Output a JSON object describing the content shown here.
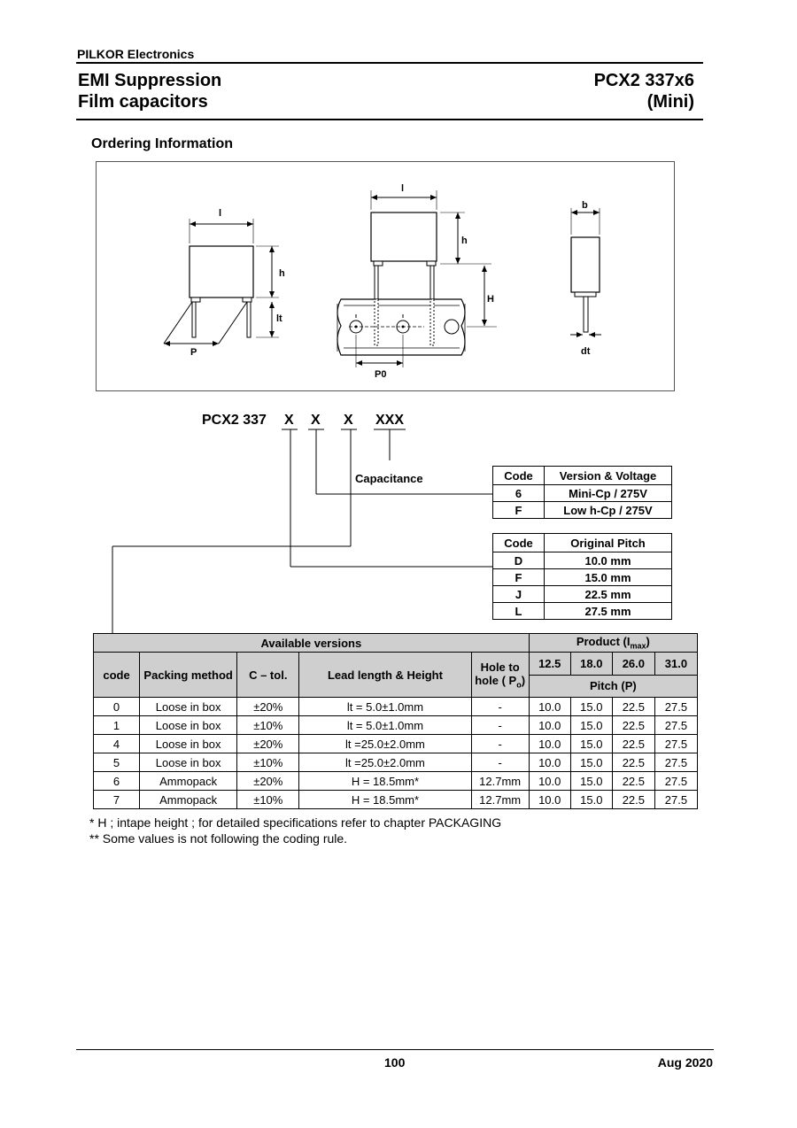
{
  "header": {
    "company": "PILKOR Electronics",
    "title_line1": "EMI Suppression",
    "title_line2": "Film capacitors",
    "part_line1": "PCX2 337x6",
    "part_line2": "(Mini)"
  },
  "section_title": "Ordering Information",
  "diagram_labels": {
    "l": "l",
    "h": "h",
    "lt": "lt",
    "P": "P",
    "H": "H",
    "P0": "P0",
    "b": "b",
    "dt": "dt"
  },
  "code_diagram": {
    "prefix": "PCX2 337",
    "x1": "X",
    "x2": "X",
    "x3": "X",
    "xxx": "XXX",
    "capacitance_label": "Capacitance"
  },
  "version_table": {
    "headers": [
      "Code",
      "Version & Voltage"
    ],
    "rows": [
      [
        "6",
        "Mini-Cp / 275V"
      ],
      [
        "F",
        "Low h-Cp / 275V"
      ]
    ]
  },
  "pitch_table": {
    "headers": [
      "Code",
      "Original Pitch"
    ],
    "rows": [
      [
        "D",
        "10.0 mm"
      ],
      [
        "F",
        "15.0 mm"
      ],
      [
        "J",
        "22.5 mm"
      ],
      [
        "L",
        "27.5 mm"
      ]
    ]
  },
  "main_table": {
    "available_versions": "Available versions",
    "product": "Product (I",
    "product_sub": "max",
    "product_close": ")",
    "col_code": "code",
    "col_packing": "Packing method",
    "col_ctol": "C – tol.",
    "col_lead": "Lead length & Height",
    "col_hole": "Hole to hole ( P",
    "col_hole_sub": "o",
    "col_hole_close": ")",
    "sizes": [
      "12.5",
      "18.0",
      "26.0",
      "31.0"
    ],
    "pitch_label": "Pitch (P)",
    "rows": [
      [
        "0",
        "Loose in box",
        "±20%",
        "lt = 5.0±1.0mm",
        "-",
        "10.0",
        "15.0",
        "22.5",
        "27.5"
      ],
      [
        "1",
        "Loose in box",
        "±10%",
        "lt = 5.0±1.0mm",
        "-",
        "10.0",
        "15.0",
        "22.5",
        "27.5"
      ],
      [
        "4",
        "Loose in box",
        "±20%",
        "lt =25.0±2.0mm",
        "-",
        "10.0",
        "15.0",
        "22.5",
        "27.5"
      ],
      [
        "5",
        "Loose in box",
        "±10%",
        "lt =25.0±2.0mm",
        "-",
        "10.0",
        "15.0",
        "22.5",
        "27.5"
      ],
      [
        "6",
        "Ammopack",
        "±20%",
        "H = 18.5mm*",
        "12.7mm",
        "10.0",
        "15.0",
        "22.5",
        "27.5"
      ],
      [
        "7",
        "Ammopack",
        "±10%",
        "H = 18.5mm*",
        "12.7mm",
        "10.0",
        "15.0",
        "22.5",
        "27.5"
      ]
    ]
  },
  "notes": {
    "note1": "* H ; intape height ; for detailed specifications refer to chapter PACKAGING",
    "note2": "** Some values is not following the coding rule."
  },
  "footer": {
    "page": "100",
    "date": "Aug 2020"
  }
}
